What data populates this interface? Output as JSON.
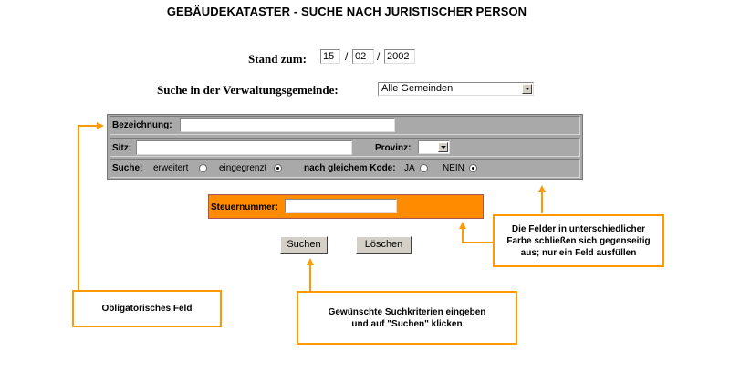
{
  "title": "GEBÄUDEKATASTER - SUCHE NACH JURISTISCHER PERSON",
  "stand": {
    "label": "Stand zum:",
    "day": "15",
    "month": "02",
    "year": "2002",
    "separator": "/"
  },
  "gemeinde": {
    "label": "Suche in der Verwaltungsgemeinde:",
    "selected": "Alle Gemeinden"
  },
  "form": {
    "bezeichnung_label": "Bezeichnung:",
    "bezeichnung_value": "",
    "sitz_label": "Sitz:",
    "sitz_value": "",
    "provinz_label": "Provinz:",
    "provinz_selected": "",
    "suche_label": "Suche:",
    "erweitert_label": "erweitert",
    "eingegrenzt_label": "eingegrenzt",
    "kode_label": "nach gleichem Kode:",
    "ja_label": "JA",
    "nein_label": "NEIN",
    "suche_mode": "eingegrenzt",
    "kode_mode": "NEIN"
  },
  "steuernummer": {
    "label": "Steuernummer:",
    "value": ""
  },
  "buttons": {
    "search": "Suchen",
    "clear": "Löschen"
  },
  "callouts": {
    "obligatory": "Obligatorisches Feld",
    "colors_line1": "Die Felder in unterschiedlicher",
    "colors_line2": "Farbe schließen sich gegenseitig",
    "colors_line3": "aus; nur ein Feld ausfüllen",
    "search_line1": "Gewünschte Suchkriterien eingeben",
    "search_line2": "und auf  \"Suchen\" klicken"
  },
  "colors": {
    "accent": "#ff9900",
    "panel": "#a9a9a9",
    "orange_row": "#ff8c00"
  }
}
